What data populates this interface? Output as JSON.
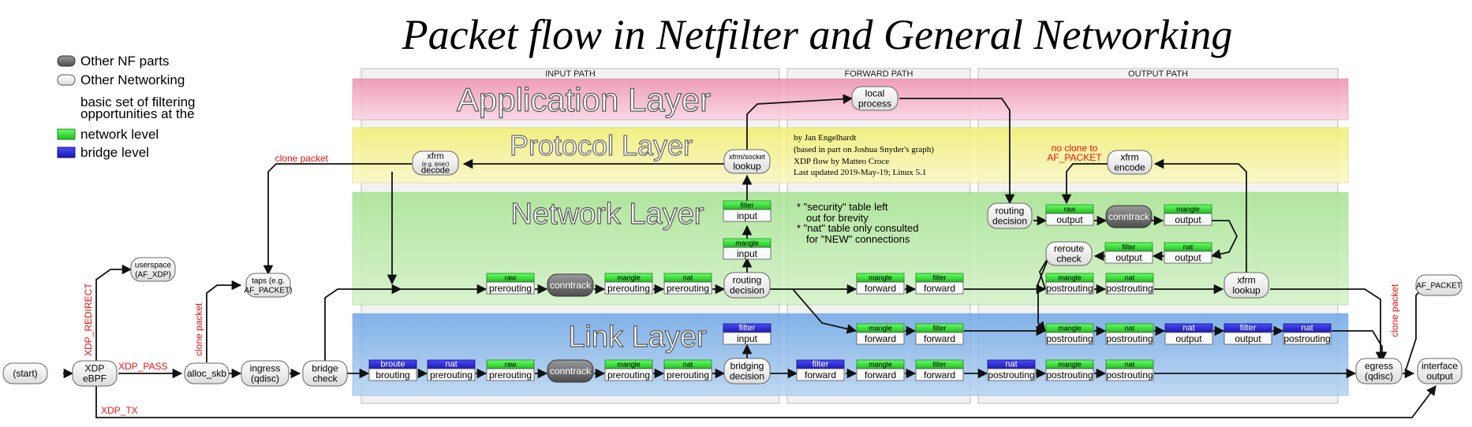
{
  "title": "Packet flow in Netfilter and General Networking",
  "legend": {
    "other_nf": "Other NF parts",
    "other_net": "Other Networking",
    "basic_line1": "basic set of filtering",
    "basic_line2": "opportunities at the",
    "network_level": "network level",
    "bridge_level": "bridge level"
  },
  "paths": {
    "input": "INPUT PATH",
    "forward": "FORWARD PATH",
    "output": "OUTPUT PATH"
  },
  "layers": {
    "application": "Application Layer",
    "protocol": "Protocol Layer",
    "network": "Network Layer",
    "link": "Link Layer"
  },
  "credits": [
    "by Jan Engelhardt",
    "(based in part on Joshua Snyder's graph)",
    "XDP flow by Matteo Croce",
    "Last updated 2019-May-19; Linux 5.1"
  ],
  "notes": [
    "* \"security\" table left",
    "out for brevity",
    "* \"nat\" table only consulted",
    "for \"NEW\" connections"
  ],
  "labels": {
    "clone_packet": "clone packet",
    "no_clone_1": "no clone to",
    "no_clone_2": "AF_PACKET",
    "xdp_redirect": "XDP_REDIRECT",
    "xdp_pass": "XDP_PASS",
    "xdp_tx": "XDP_TX",
    "clone_packet_v": "clone packet",
    "clone_packet_v2": "clone packet"
  },
  "nodes": {
    "start": "(start)",
    "xdp_1": "XDP",
    "xdp_2": "eBPF",
    "alloc_skb": "alloc_skb",
    "ingress_1": "ingress",
    "ingress_2": "(qdisc)",
    "bridge_check_1": "bridge",
    "bridge_check_2": "check",
    "userspace_1": "userspace",
    "userspace_2": "(AF_XDP)",
    "taps_1": "taps (e.g.",
    "taps_2": "AF_PACKET)",
    "xfrm_decode_1": "xfrm",
    "xfrm_decode_2": "(e.g. ipsec)",
    "xfrm_decode_3": "decode",
    "xfrm_socket_1": "xfrm/socket",
    "xfrm_socket_2": "lookup",
    "local_process_1": "local",
    "local_process_2": "process",
    "routing_decision_1": "routing",
    "routing_decision_2": "decision",
    "bridging_decision_1": "bridging",
    "bridging_decision_2": "decision",
    "conntrack": "conntrack",
    "reroute_1": "reroute",
    "reroute_2": "check",
    "xfrm_encode_1": "xfrm",
    "xfrm_encode_2": "encode",
    "xfrm_lookup_1": "xfrm",
    "xfrm_lookup_2": "lookup",
    "egress_1": "egress",
    "egress_2": "(qdisc)",
    "interface_1": "interface",
    "interface_2": "output",
    "af_packet": "AF_PACKET"
  },
  "chains": {
    "raw": "raw",
    "mangle": "mangle",
    "nat": "nat",
    "filter": "filter",
    "broute": "broute",
    "prerouting": "prerouting",
    "input": "input",
    "forward": "forward",
    "output": "output",
    "postrouting": "postrouting",
    "brouting": "brouting"
  },
  "colors": {
    "network_green": "#33dd33",
    "bridge_blue": "#2222cc",
    "app_layer": "#f4a7bd",
    "proto_layer": "#f7f59a",
    "net_layer": "#b6e9a3",
    "link_layer": "#8ab8e8",
    "red_label": "#ee1111"
  }
}
